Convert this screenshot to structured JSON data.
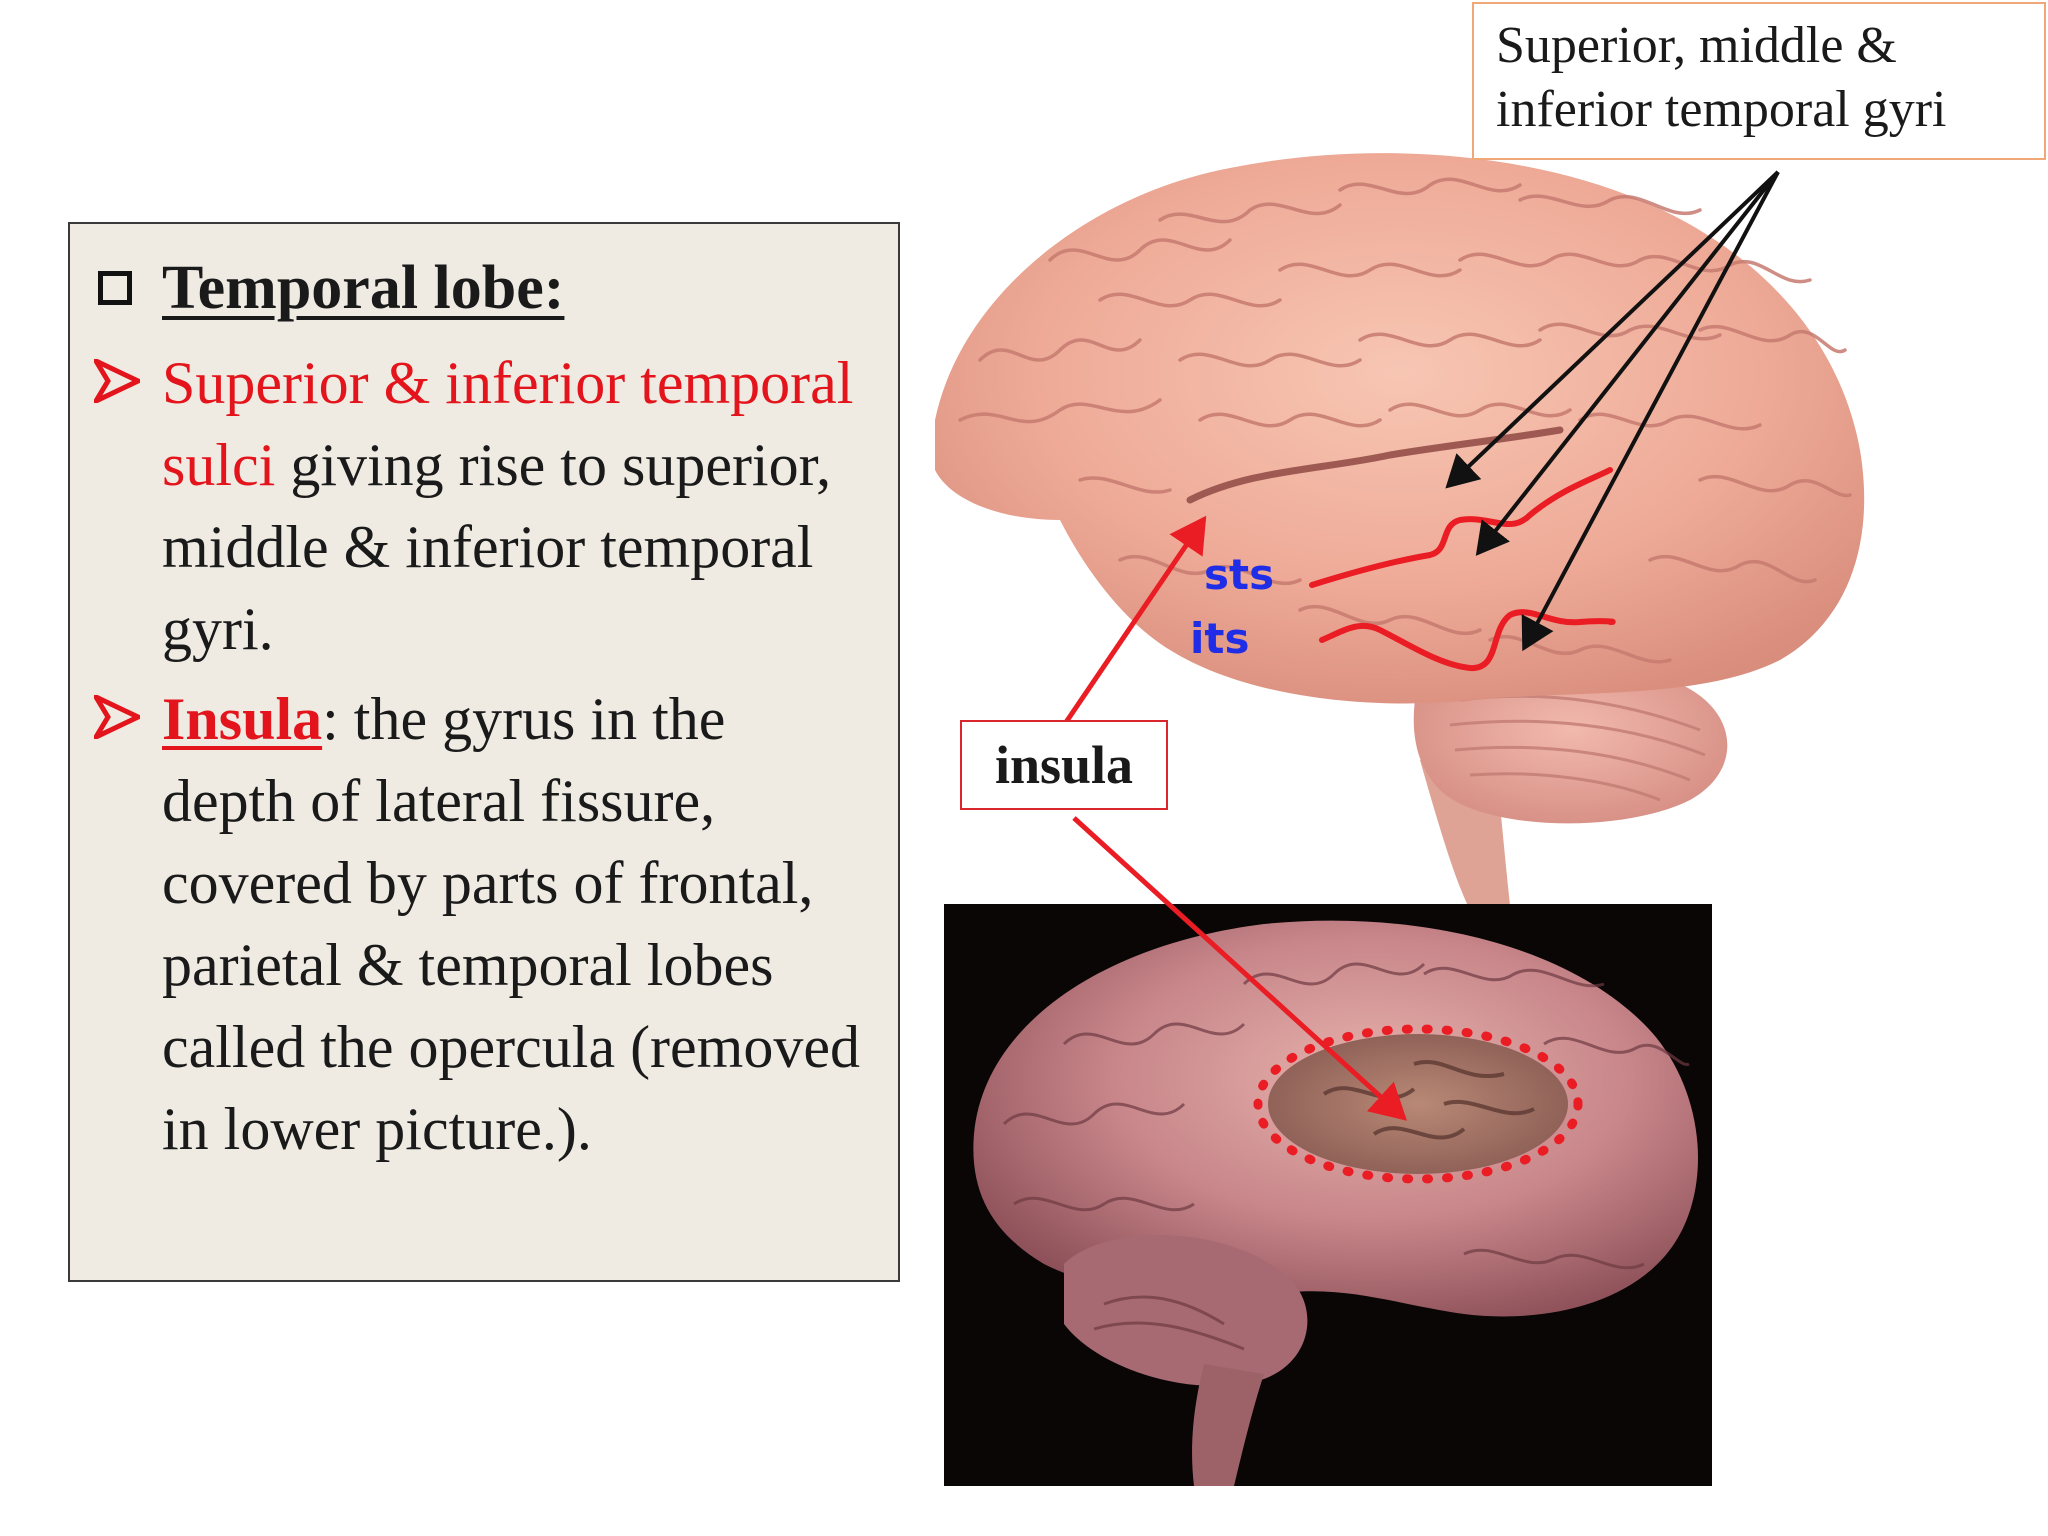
{
  "panel": {
    "heading": "Temporal lobe:",
    "bullet1": {
      "red_text": "Superior & inferior temporal sulci",
      "rest_text": " giving rise to superior, middle & inferior temporal gyri."
    },
    "bullet2": {
      "term": "Insula",
      "rest_text": ": the gyrus in the depth of lateral fissure, covered by parts of frontal, parietal & temporal lobes called the opercula (removed in lower picture.)."
    }
  },
  "callout": {
    "line1": "Superior, middle &",
    "line2": "inferior temporal gyri"
  },
  "labels": {
    "sts": "sts",
    "its": "its",
    "insula": "insula"
  },
  "colors": {
    "red": "#e3141b",
    "blue": "#1f2ee6",
    "panel_bg": "#efebe3"
  },
  "icons": [
    "checkbox-icon",
    "arrowhead-bullet-icon",
    "arrowhead-bullet-icon"
  ]
}
